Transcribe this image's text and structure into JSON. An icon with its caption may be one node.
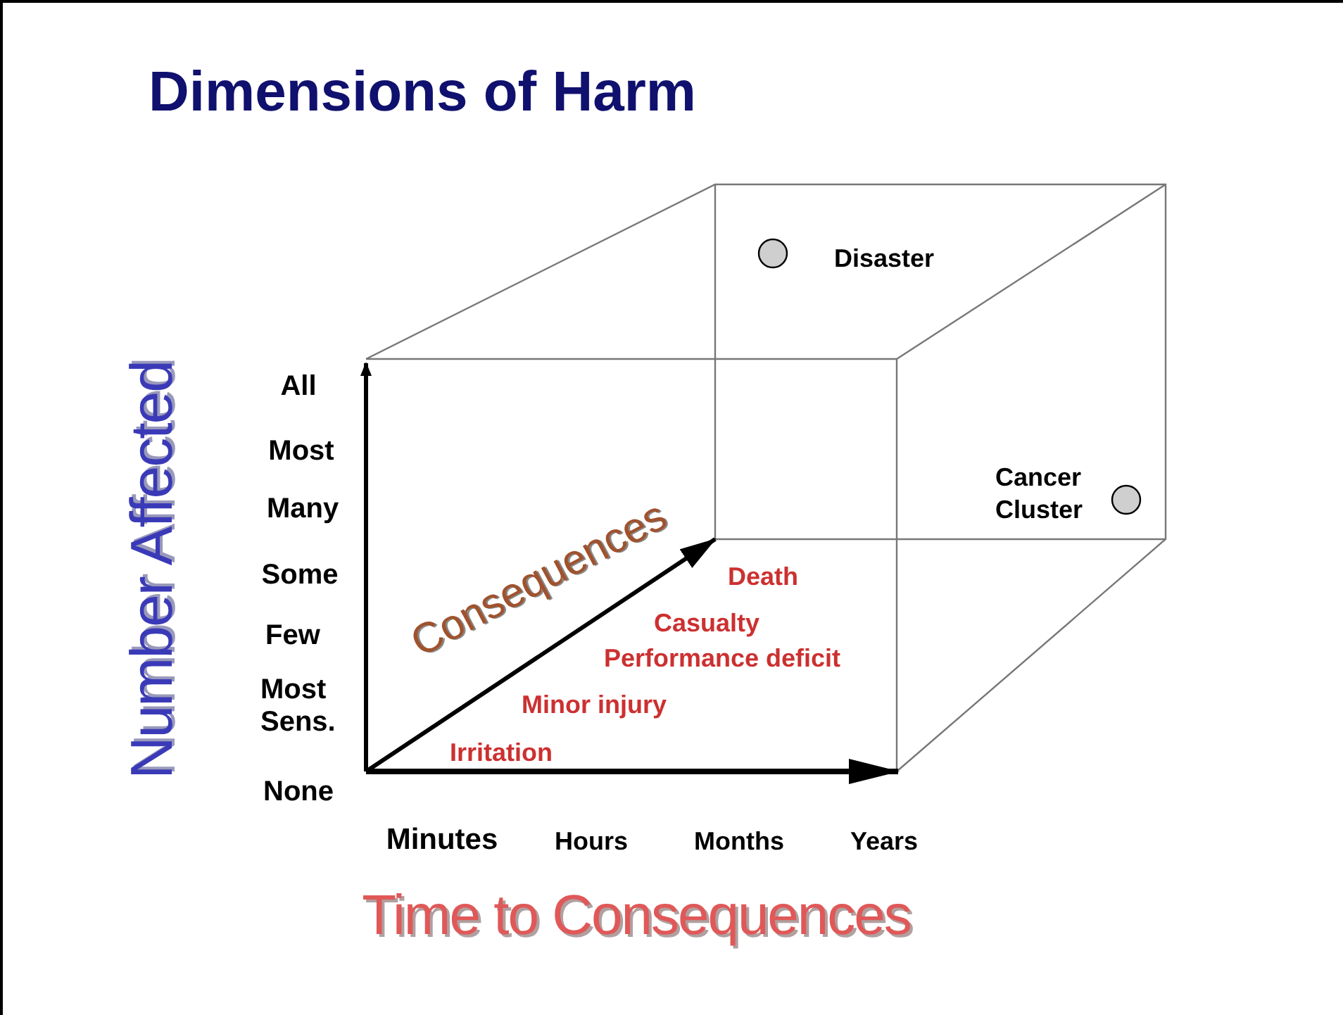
{
  "diagram": {
    "title": "Dimensions of Harm",
    "nodes": [
      {
        "text": [],
        "shape": "circle",
        "beside": [
          "Disaster"
        ]
      },
      {
        "text": [],
        "shape": "circle",
        "beside": [
          "Cancer Cluster"
        ]
      }
    ],
    "labels": [
      "All",
      "Most",
      "Many",
      "Some",
      "Few",
      "Most Sens.",
      "None",
      "Number Affected",
      "Consequences",
      "Death",
      "Casualty",
      "Performance deficit",
      "Minor injury",
      "Irritation",
      "Minutes",
      "Hours",
      "Months",
      "Years",
      "Time to Consequences"
    ]
  }
}
